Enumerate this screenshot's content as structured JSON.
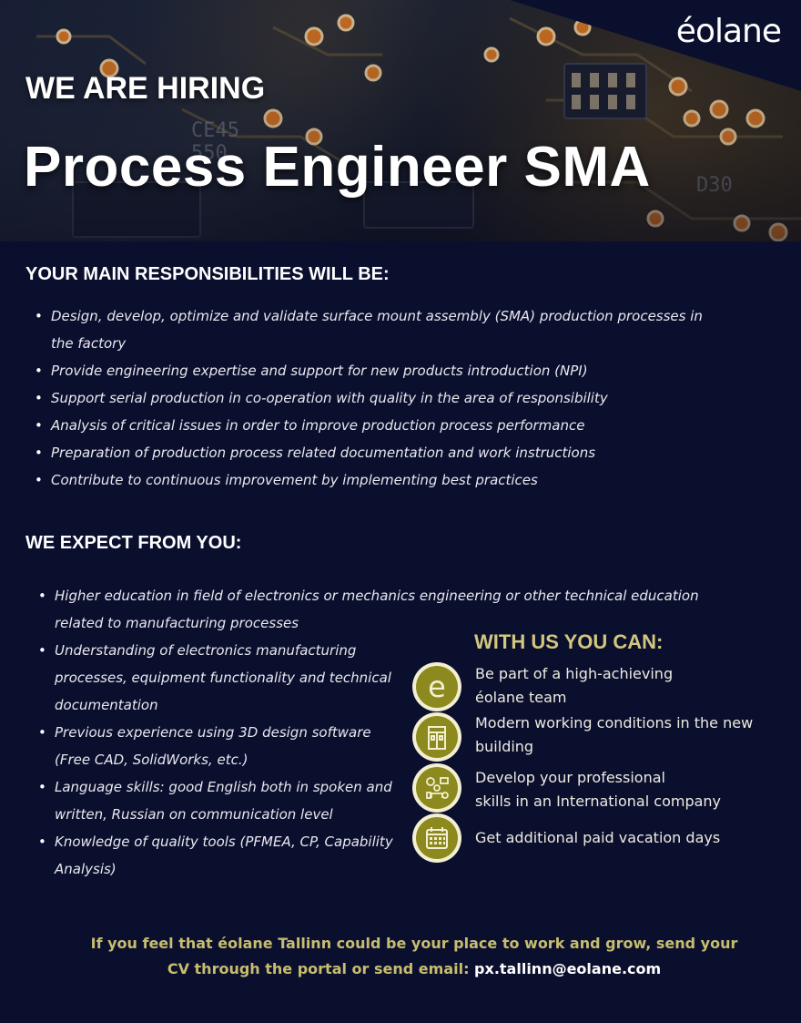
{
  "brand": {
    "logo_text": "éolane"
  },
  "hero": {
    "tagline": "WE ARE HIRING",
    "job_title": "Process Engineer SMA"
  },
  "responsibilities": {
    "heading": "YOUR MAIN RESPONSIBILITIES WILL BE:",
    "items": [
      "Design, develop, optimize and validate surface mount assembly (SMA) production processes in the factory",
      "Provide engineering expertise and support for new products introduction (NPI)",
      "Support serial production in co-operation with quality in the area of responsibility",
      "Analysis of critical issues in order to improve production process performance",
      "Preparation of production process related documentation and work instructions",
      "Contribute to continuous improvement by implementing best practices"
    ]
  },
  "expectations": {
    "heading": "WE EXPECT FROM YOU:",
    "items": [
      "Higher education in field of electronics or mechanics engineering or other technical education related to manufacturing processes",
      "Understanding of electronics manufacturing processes, equipment functionality and technical documentation",
      "Previous experience using 3D design software (Free CAD, SolidWorks, etc.)",
      "Language skills: good English both in spoken and written, Russian on communication level",
      "Knowledge of quality tools (PFMEA, CP, Capability Analysis)"
    ]
  },
  "benefits": {
    "heading": "WITH US YOU CAN:",
    "items": [
      {
        "icon": "eolane-e-icon",
        "line1": "Be part of a high-achieving",
        "line2": "éolane team"
      },
      {
        "icon": "office-building-icon",
        "line1": "Modern working conditions in the new",
        "line2": "building"
      },
      {
        "icon": "professional-skills-icon",
        "line1": "Develop your professional",
        "line2": "skills in an International company"
      },
      {
        "icon": "calendar-icon",
        "line1": "Get additional paid vacation days",
        "line2": ""
      }
    ]
  },
  "footer": {
    "line1": "If you feel that éolane Tallinn could be your place to work and grow, send your",
    "line2_prefix": "CV  through the portal or send email: ",
    "email": "px.tallinn@eolane.com"
  },
  "colors": {
    "background": "#0b0f2e",
    "accent_gold": "#d2c77e",
    "icon_olive": "#8c8a1f"
  }
}
